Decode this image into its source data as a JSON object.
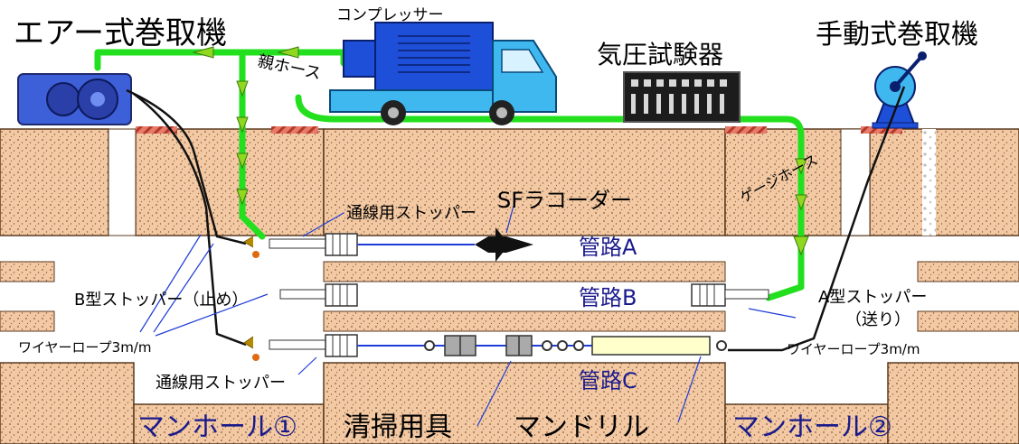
{
  "labels": {
    "air_winch": "エアー式巻取機",
    "compressor": "コンプレッサー",
    "parent_hose": "親ホース",
    "pressure_tester": "気圧試験器",
    "manual_winch": "手動式巻取機",
    "gauge_hose": "ゲージホース",
    "sf_recorder": "SFラコーダー",
    "wiring_stopper_top": "通線用ストッパー",
    "wiring_stopper_bottom": "通線用ストッパー",
    "b_stopper": "B型ストッパー（止め）",
    "a_stopper_line1": "A型ストッパー",
    "a_stopper_line2": "（送り）",
    "wire_rope_left": "ワイヤーロープ3m/m",
    "wire_rope_right": "ワイヤーロープ3m/m",
    "duct_a": "管路A",
    "duct_b": "管路B",
    "duct_c": "管路C",
    "manhole_1": "マンホール①",
    "manhole_2": "マンホール②",
    "cleaning_tool": "清掃用具",
    "mandrel": "マンドリル"
  },
  "colors": {
    "soil": "#f2c9a3",
    "soil_dots": "#8a5a3a",
    "hose_green": "#22e01e",
    "arrow_green": "#8fd81f",
    "truck_blue": "#1e4fd8",
    "cab_cyan": "#3fb8f0",
    "label_blue": "#1a1a8c",
    "line_blue": "#1f3cd8"
  }
}
